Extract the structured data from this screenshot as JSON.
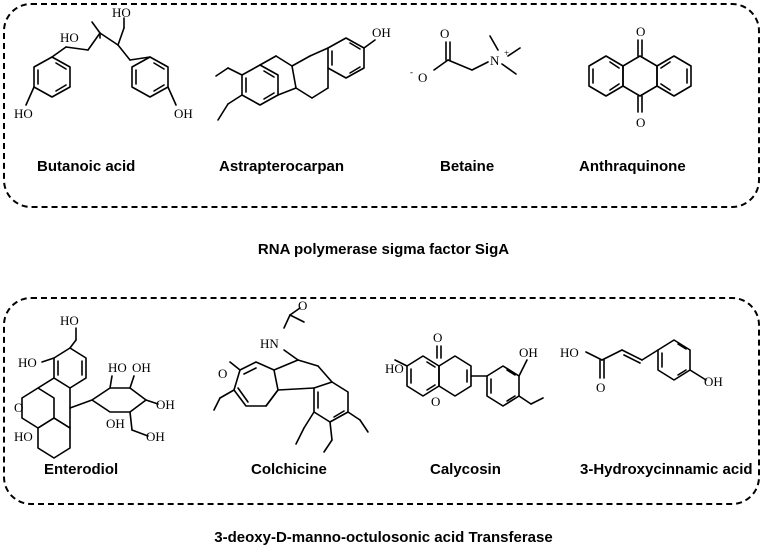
{
  "groups": [
    {
      "title": "RNA polymerase sigma factor SigA",
      "compounds": [
        {
          "name": "Butanoic acid",
          "labels": {
            "oh1": "HO",
            "oh2": "HO",
            "oh3": "HO",
            "oh4": "OH"
          }
        },
        {
          "name": "Astrapterocarpan",
          "labels": {
            "oh": "OH"
          }
        },
        {
          "name": "Betaine",
          "labels": {
            "o1": "O",
            "o2": "O",
            "minus": "-",
            "n": "N",
            "plus": "+"
          }
        },
        {
          "name": "Anthraquinone",
          "labels": {
            "o1": "O",
            "o2": "O"
          }
        }
      ]
    },
    {
      "title": "3-deoxy-D-manno-octulosonic acid Transferase",
      "compounds": [
        {
          "name": "Enterodiol",
          "labels": {
            "oh1": "HO",
            "oh2": "HO",
            "oh3": "HO",
            "oh4": "OH",
            "oh5": "OH",
            "oh6": "OH",
            "o": "O",
            "oh7": "HO",
            "oh8": "OH"
          }
        },
        {
          "name": "Colchicine",
          "labels": {
            "hn": "HN",
            "o1": "O",
            "o2": "O"
          }
        },
        {
          "name": "Calycosin",
          "labels": {
            "ho": "HO",
            "o1": "O",
            "o2": "O",
            "oh": "OH"
          }
        },
        {
          "name": "3-Hydroxycinnamic acid",
          "labels": {
            "ho": "HO",
            "o": "O",
            "oh": "OH"
          }
        }
      ]
    }
  ]
}
